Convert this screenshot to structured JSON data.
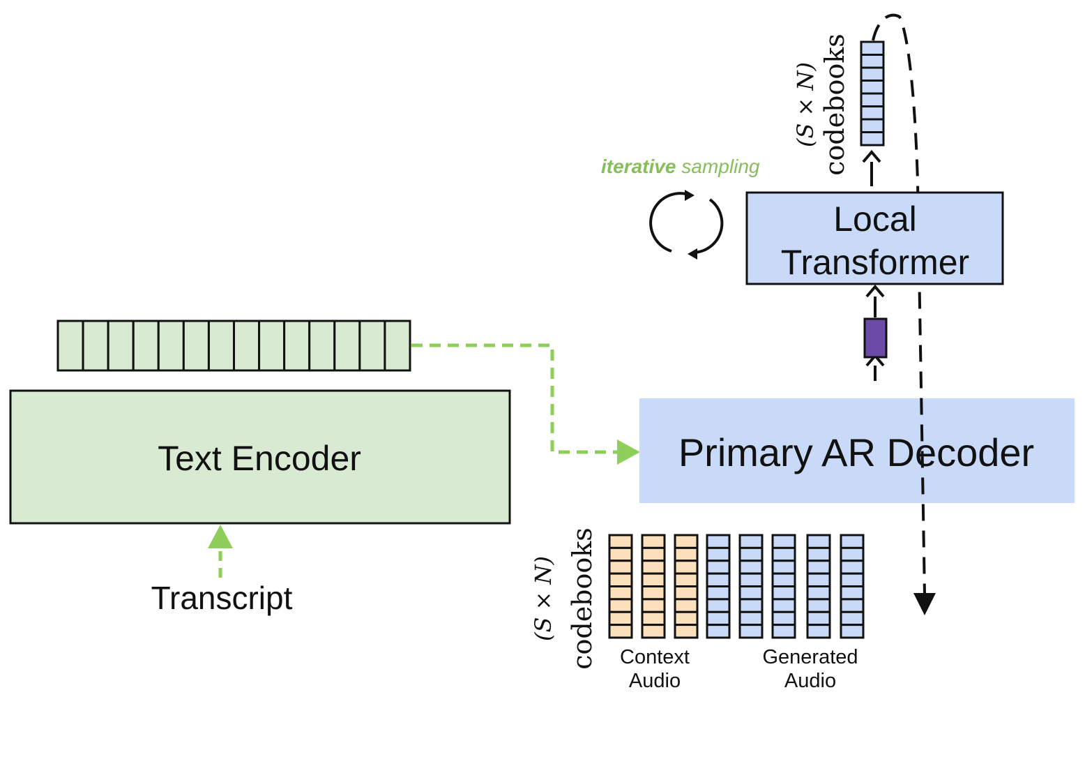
{
  "text_encoder": {
    "label": "Text Encoder",
    "token_count": 14
  },
  "transcript": {
    "label": "Transcript"
  },
  "primary_decoder": {
    "label": "Primary AR Decoder"
  },
  "local_transformer": {
    "line1": "Local",
    "line2": "Transformer"
  },
  "iterative_sampling": {
    "bold": "iterative",
    "rest": "sampling"
  },
  "codebooks_top": {
    "math": "(S × N)",
    "word": "codebooks",
    "cells": 8
  },
  "codebooks_bottom": {
    "math": "(S × N)",
    "word": "codebooks",
    "cells": 8
  },
  "context_audio": {
    "line1": "Context",
    "line2": "Audio",
    "columns": 3
  },
  "generated_audio": {
    "line1": "Generated",
    "line2": "Audio",
    "columns": 5
  },
  "colors": {
    "encoder_fill": "#d9ead3",
    "decoder_fill": "#c9daf8",
    "context_fill": "#fce0bc",
    "generated_fill": "#c9daf8",
    "embedding_fill": "#6b4ba5",
    "green_arrow": "#8fce5b",
    "sampling_text": "#86be5a"
  },
  "icons": {
    "sampling": "refresh-cycle-icon",
    "arrow_up": "arrow-up-icon",
    "arrow_down": "arrow-down-icon"
  }
}
